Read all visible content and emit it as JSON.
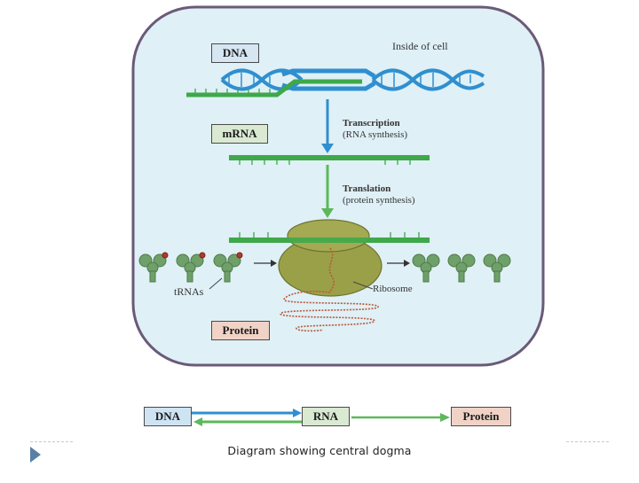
{
  "diagram": {
    "cell_label": "Inside of cell",
    "labels": {
      "dna": "DNA",
      "mrna": "mRNA",
      "protein": "Protein",
      "trnas": "tRNAs",
      "ribosome": "Ribosome"
    },
    "steps": {
      "transcription_title": "Transcription",
      "transcription_sub": "(RNA synthesis)",
      "translation_title": "Translation",
      "translation_sub": "(protein synthesis)"
    },
    "summary": {
      "dna": "DNA",
      "rna": "RNA",
      "protein": "Protein"
    },
    "caption": "Diagram showing central dogma",
    "colors": {
      "cell_fill": "#dff0f6",
      "cell_border": "#6a5a78",
      "dna_strand": "#2f8fd0",
      "rna_strand": "#3ea84a",
      "arrow_blue": "#2f8fd0",
      "arrow_green": "#5cb85c",
      "ribosome": "#9aa048",
      "protein_chain": "#b85a3a",
      "dna_box": "#cfe4f3",
      "rna_box": "#d9e9d2",
      "protein_box": "#f0d3c6",
      "nav_triangle": "#5a7fa5"
    }
  }
}
